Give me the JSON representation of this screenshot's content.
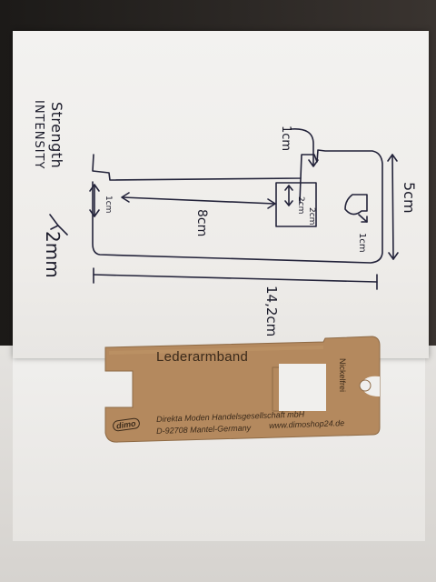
{
  "drawing": {
    "label_1cm_top": "1cm",
    "label_5cm": "5cm",
    "label_2cm_a": "2cm",
    "label_2cm_b": "2cm",
    "label_1cm_hole": "1cm",
    "label_1cm_left": "1cm",
    "label_8cm": "8cm",
    "label_14_2cm": "14,2cm",
    "strength_line1": "Strength",
    "strength_line2": "INTENSITY",
    "strength_value": "2mm",
    "strength_symbol": ">"
  },
  "tag": {
    "title": "Lederarmband",
    "side_label": "Nickelfrei",
    "logo": "dimo",
    "company_line1": "Direkta Moden Handelsgesellschaft mbH",
    "company_line2": "D-92708 Mantel-Germany",
    "website": "www.dimoshop24.de"
  },
  "colors": {
    "paper": "#f0efed",
    "ink": "#1b1b2a",
    "cardboard": "#b48c63",
    "cardboard_text": "#3b2a1a"
  }
}
